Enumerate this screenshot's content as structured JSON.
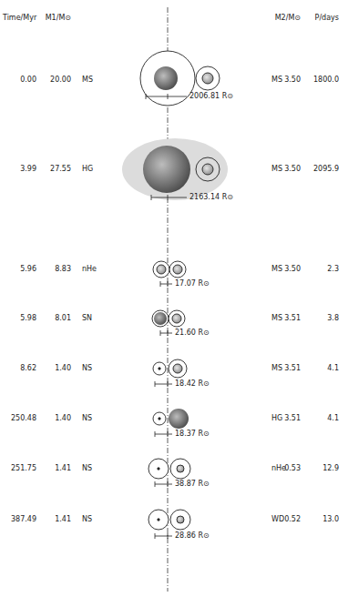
{
  "diagram": {
    "labels": [
      "Time/Myr",
      "M1/M⊙",
      "M2/M⊙",
      "P/days",
      "0.00",
      "20.00",
      "MS",
      "MS",
      "3.50",
      "1800.0",
      "2006.81 R⊙",
      "3.99",
      "27.55",
      "HG",
      "MS",
      "3.50",
      "2095.9",
      "2163.14 R⊙",
      "5.96",
      "8.83",
      "nHe",
      "MS",
      "3.50",
      "2.3",
      "17.07 R⊙",
      "5.98",
      "8.01",
      "SN",
      "MS",
      "3.51",
      "3.8",
      "21.60 R⊙",
      "8.62",
      "1.40",
      "NS",
      "MS",
      "3.51",
      "4.1",
      "18.42 R⊙",
      "250.48",
      "1.40",
      "NS",
      "HG",
      "3.51",
      "4.1",
      "18.37 R⊙",
      "251.75",
      "1.41",
      "NS",
      "nHe",
      "0.53",
      "12.9",
      "38.87 R⊙",
      "387.49",
      "1.41",
      "NS",
      "WD",
      "0.52",
      "13.0",
      "28.86 R⊙"
    ]
  }
}
